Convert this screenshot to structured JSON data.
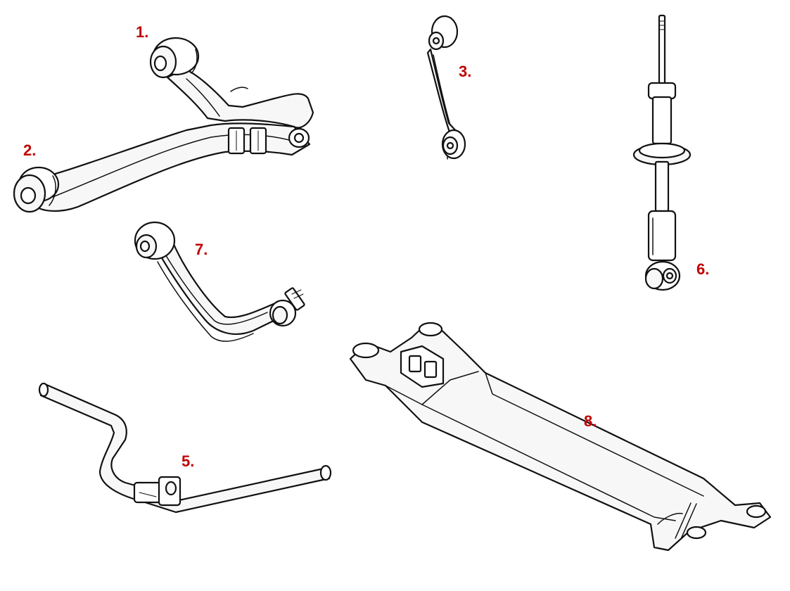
{
  "diagram": {
    "label_color": "#c00000",
    "parts": [
      {
        "id": "1",
        "label": "1.",
        "icon": "upper-arm-bushing"
      },
      {
        "id": "2",
        "label": "2.",
        "icon": "lower-control-arm"
      },
      {
        "id": "3",
        "label": "3.",
        "icon": "stabilizer-link"
      },
      {
        "id": "5",
        "label": "5.",
        "icon": "stabilizer-bar"
      },
      {
        "id": "6",
        "label": "6.",
        "icon": "shock-absorber"
      },
      {
        "id": "7",
        "label": "7.",
        "icon": "upper-control-arm"
      },
      {
        "id": "8",
        "label": "8.",
        "icon": "subframe-crossmember"
      }
    ]
  }
}
